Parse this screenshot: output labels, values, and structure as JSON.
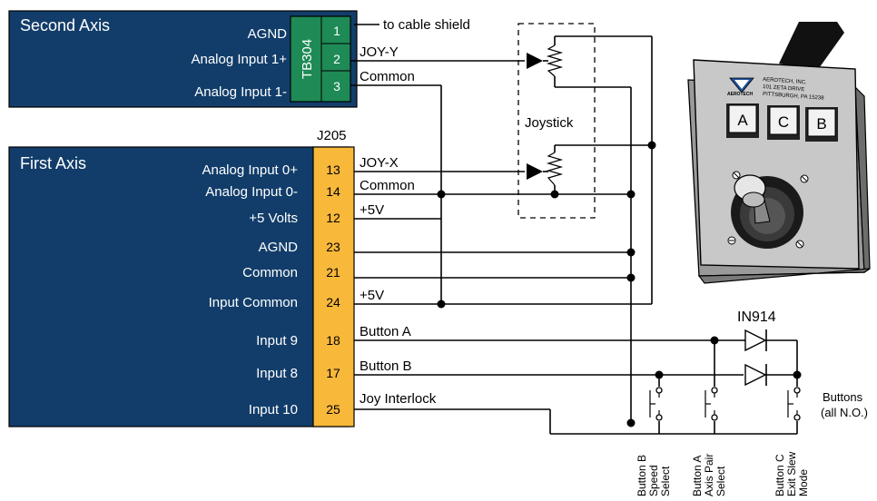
{
  "second_axis": {
    "title": "Second Axis",
    "connector": "TB304",
    "rows": [
      {
        "label": "AGND",
        "pin": "1"
      },
      {
        "label": "Analog Input 1+",
        "pin": "2"
      },
      {
        "label": "Analog Input 1-",
        "pin": "3"
      }
    ]
  },
  "first_axis": {
    "title": "First Axis",
    "connector": "J205",
    "rows": [
      {
        "label": "Analog Input 0+",
        "pin": "13"
      },
      {
        "label": "Analog Input 0-",
        "pin": "14"
      },
      {
        "label": "+5 Volts",
        "pin": "12"
      },
      {
        "label": "AGND",
        "pin": "23"
      },
      {
        "label": "Common",
        "pin": "21"
      },
      {
        "label": "Input Common",
        "pin": "24"
      },
      {
        "label": "Input 9",
        "pin": "18"
      },
      {
        "label": "Input 8",
        "pin": "17"
      },
      {
        "label": "Input 10",
        "pin": "25"
      }
    ]
  },
  "wire_labels": {
    "cable_shield": "to cable shield",
    "joy_y": "JOY-Y",
    "common_top": "Common",
    "joy_x": "JOY-X",
    "common_mid": "Common",
    "plus5v_a": "+5V",
    "plus5v_b": "+5V",
    "button_a": "Button A",
    "button_b": "Button B",
    "joy_interlock": "Joy Interlock"
  },
  "joystick_label": "Joystick",
  "diode_label": "IN914",
  "buttons_note": {
    "line1": "Buttons",
    "line2": "(all N.O.)"
  },
  "button_captions": [
    {
      "line1": "Button B",
      "line2": "Speed",
      "line3": "Select"
    },
    {
      "line1": "Button A",
      "line2": "Axis Pair",
      "line3": "Select"
    },
    {
      "line1": "Button C",
      "line2": "Exit Slew",
      "line3": "Mode"
    }
  ],
  "device": {
    "brand": "AEROTECH",
    "address": [
      "AEROTECH, INC.",
      "101 ZETA DRIVE",
      "PITTSBURGH, PA 15238"
    ],
    "keys": [
      "A",
      "C",
      "B"
    ]
  },
  "colors": {
    "axis_panel": "#123d6a",
    "connector_green": "#1e8a55",
    "connector_orange": "#f8b83a"
  }
}
